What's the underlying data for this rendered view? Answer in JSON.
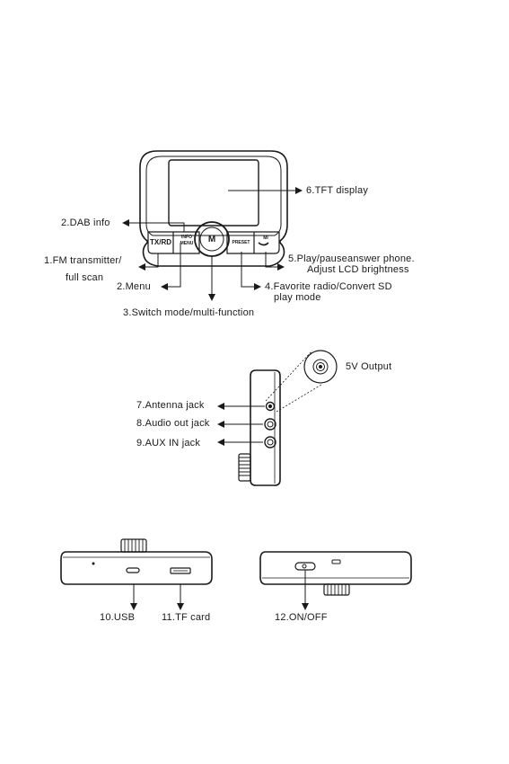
{
  "front": {
    "buttons": {
      "tx_rd": "TX/RD",
      "info": "INFO",
      "menu": "MENU",
      "mode": "M",
      "preset": "PRESET",
      "call": "MI"
    },
    "labels": {
      "dab_info": "2.DAB info",
      "tft_display": "6.TFT display",
      "fm_transmitter_1": "1.FM transmitter/",
      "fm_transmitter_2": "full scan",
      "menu": "2.Menu",
      "switch_mode": "3.Switch mode/multi-function",
      "favorite_1": "4.Favorite radio/Convert SD",
      "favorite_2": "play mode",
      "play_pause_1": "5.Play/pauseanswer phone.",
      "play_pause_2": "Adjust LCD brightness"
    }
  },
  "side": {
    "labels": {
      "antenna": "7.Antenna jack",
      "audio_out": "8.Audio out jack",
      "aux_in": "9.AUX IN jack",
      "output": "5V Output"
    }
  },
  "bottom": {
    "labels": {
      "usb": "10.USB",
      "tf_card": "11.TF card",
      "on_off": "12.ON/OFF"
    }
  }
}
